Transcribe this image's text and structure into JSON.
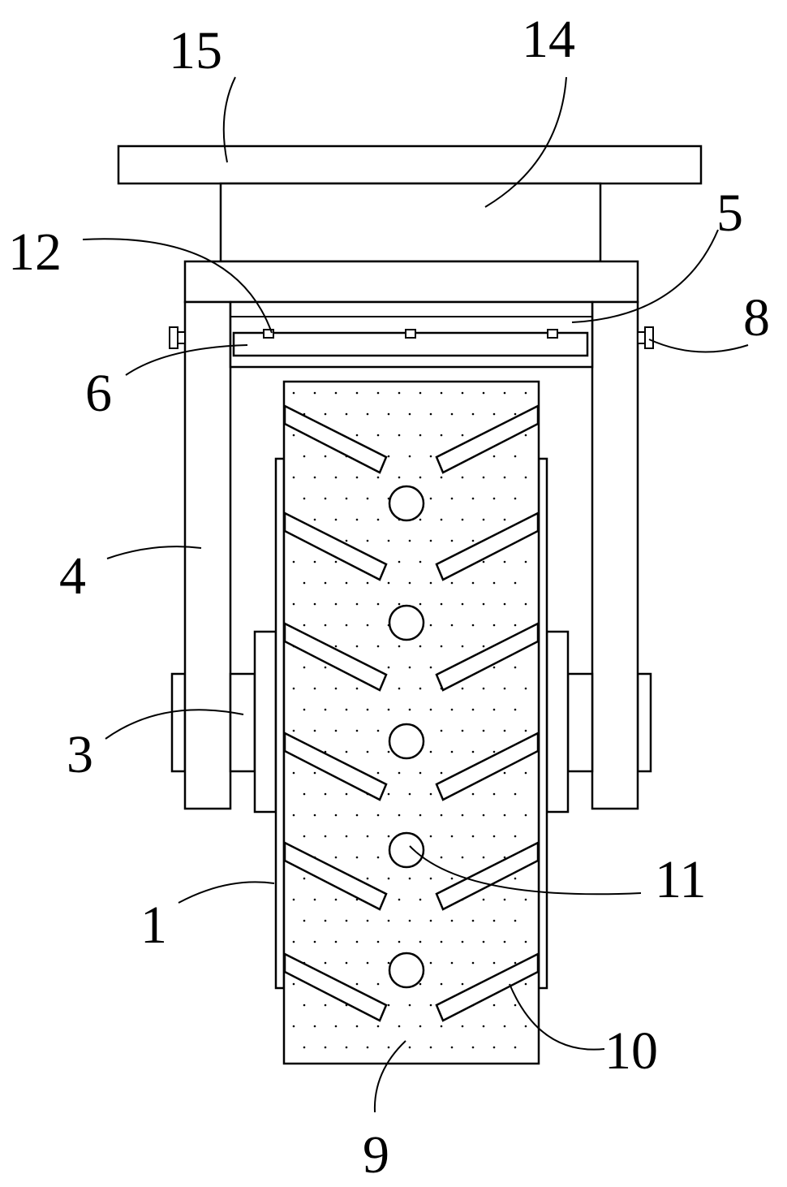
{
  "labels": {
    "l15": "15",
    "l14": "14",
    "l12": "12",
    "l5": "5",
    "l8": "8",
    "l6": "6",
    "l4": "4",
    "l3": "3",
    "l11": "11",
    "l1": "1",
    "l10": "10",
    "l9": "9"
  },
  "colors": {
    "line": "#000000",
    "background": "#ffffff"
  }
}
